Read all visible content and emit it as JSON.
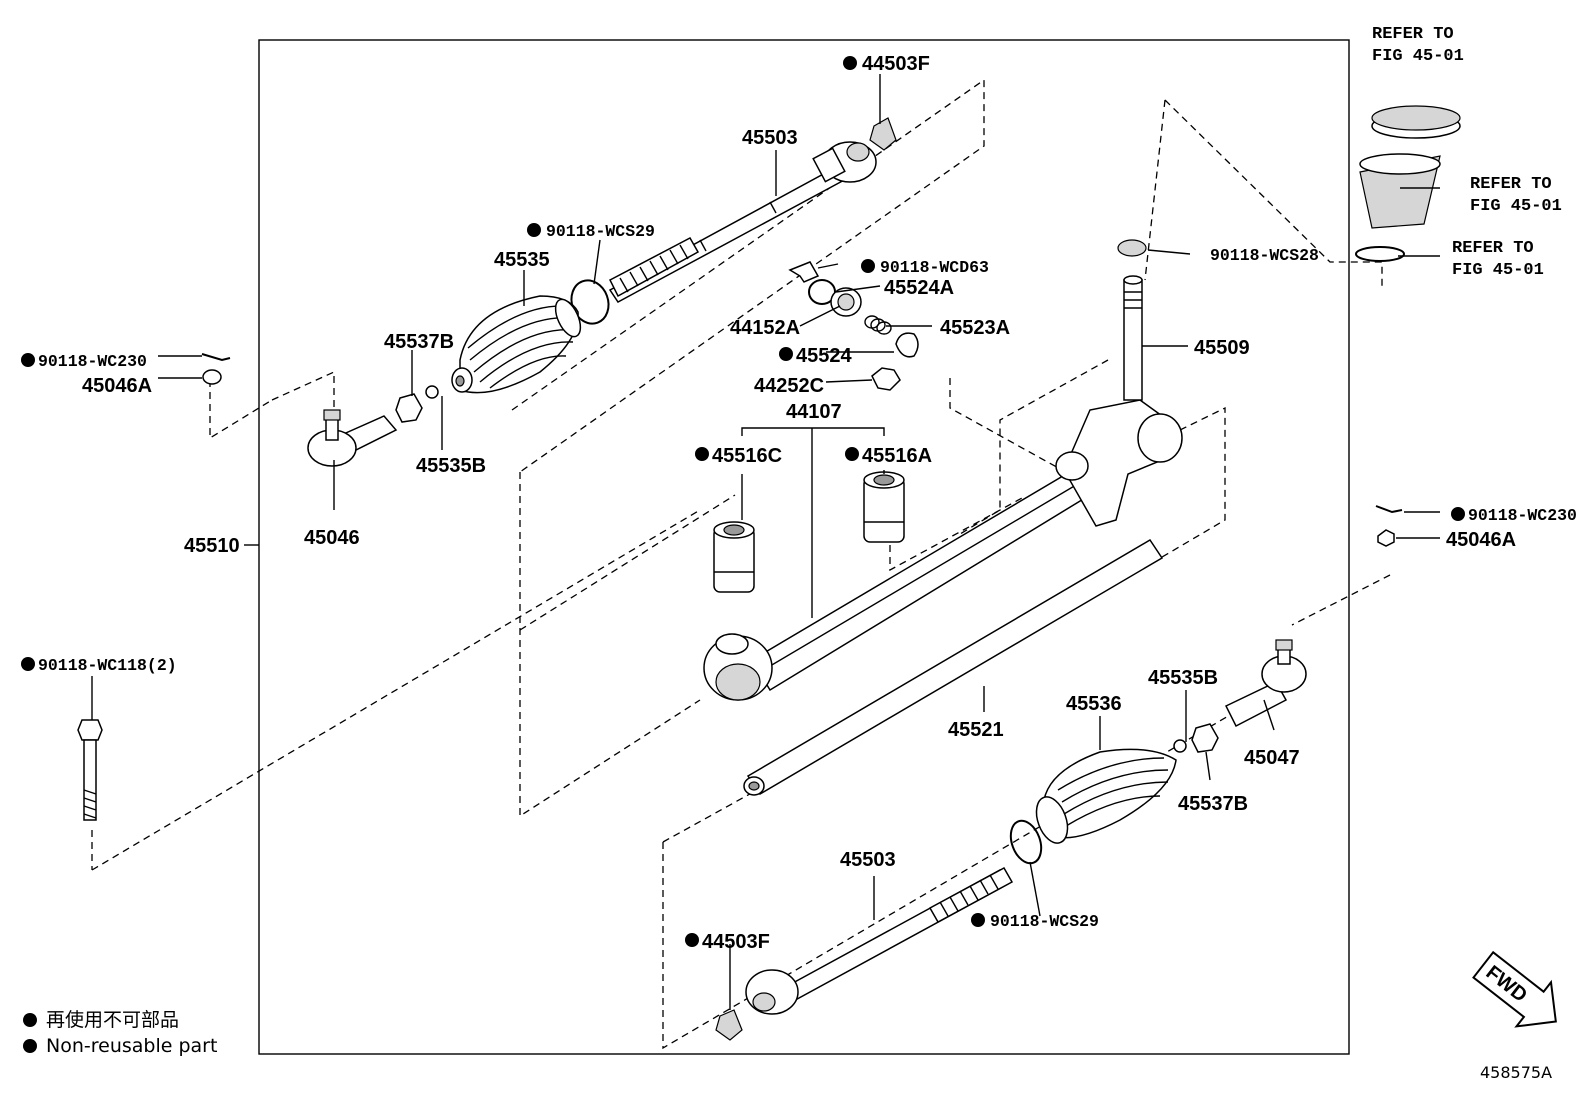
{
  "labels": {
    "l44503f_top": "44503F",
    "l45503_top": "45503",
    "l90118wcs29_top": "90118-WCS29",
    "l45535": "45535",
    "l45537b_left": "45537B",
    "l90118wc230_left": "90118-WC230",
    "l45046a_left": "45046A",
    "l45535b_left": "45535B",
    "l45046": "45046",
    "l45510": "45510",
    "l90118wcd63": "90118-WCD63",
    "l45524a": "45524A",
    "l44152a": "44152A",
    "l45523a": "45523A",
    "l45524": "45524",
    "l44252c": "44252C",
    "l44107": "44107",
    "l45516c": "45516C",
    "l45516a": "45516A",
    "l90118wcs28": "90118-WCS28",
    "l45509": "45509",
    "l90118wc230_right": "90118-WC230",
    "l45046a_right": "45046A",
    "l90118wc118": "90118-WC118(2)",
    "l45521": "45521",
    "l45536": "45536",
    "l45535b_right": "45535B",
    "l45047": "45047",
    "l45537b_right": "45537B",
    "l45503_bottom": "45503",
    "l90118wcs29_bottom": "90118-WCS29",
    "l44503f_bottom": "44503F",
    "ref1_line1": "REFER TO",
    "ref1_line2": "FIG 45-01",
    "ref2_line1": "REFER TO",
    "ref2_line2": "FIG 45-01",
    "ref3_line1": "REFER TO",
    "ref3_line2": "FIG 45-01"
  },
  "legend": {
    "japanese": "再使用不可部品",
    "english": "Non-reusable part"
  },
  "direction_label": "FWD",
  "figure_id": "458575A",
  "colors": {
    "line": "#000000",
    "background": "#ffffff",
    "shade": "#d6d6d6"
  }
}
